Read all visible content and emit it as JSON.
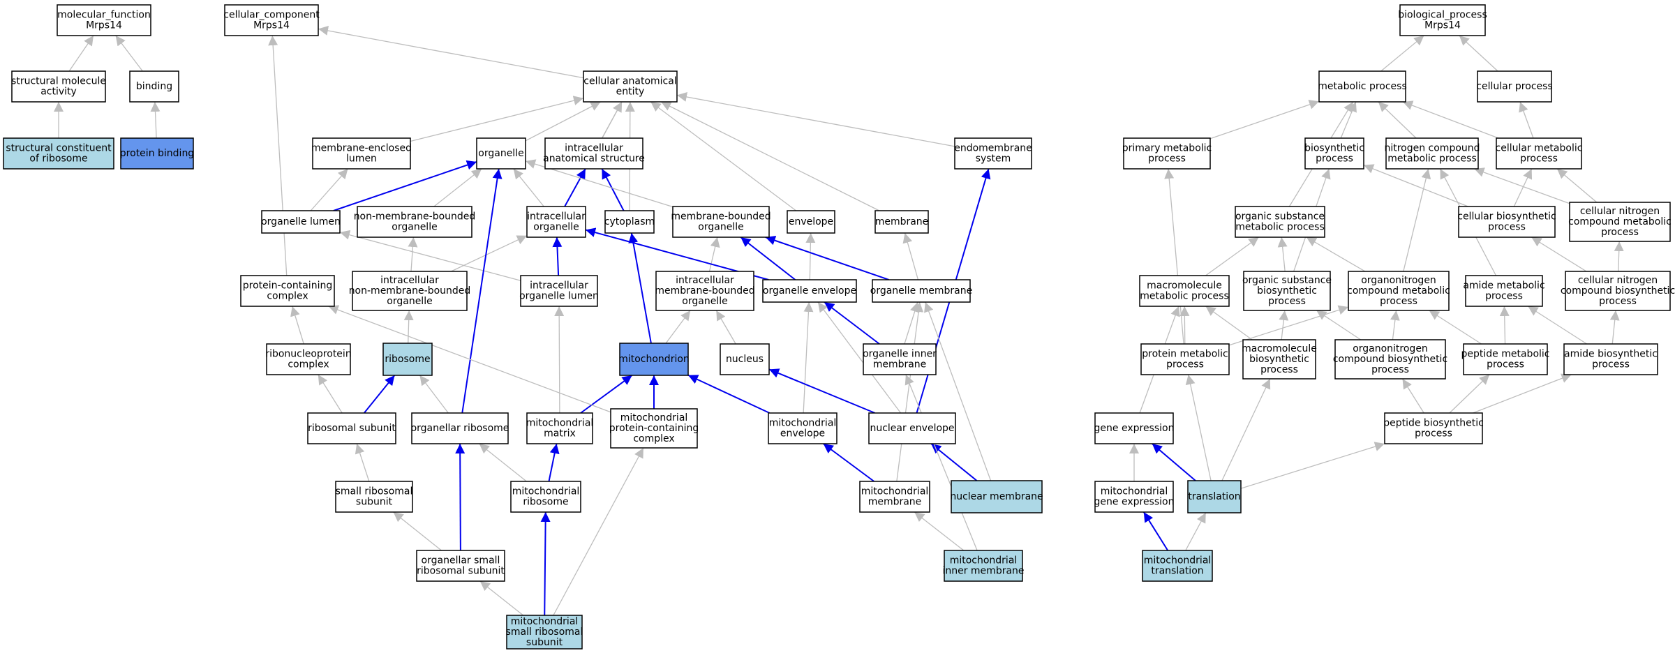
{
  "colors": {
    "edge_default": "#bdbdbd",
    "edge_highlight": "#0000ee",
    "node_default_fill": "#ffffff",
    "node_light_fill": "#add8e6",
    "node_dark_fill": "#6495ed",
    "node_stroke": "#000000"
  },
  "nodes": [
    {
      "id": "mf",
      "lines": [
        "molecular_function",
        "Mrps14"
      ],
      "fill": "white"
    },
    {
      "id": "smact",
      "lines": [
        "structural molecule",
        "activity"
      ],
      "fill": "white"
    },
    {
      "id": "binding",
      "lines": [
        "binding"
      ],
      "fill": "white"
    },
    {
      "id": "scr",
      "lines": [
        "structural constituent",
        "of ribosome"
      ],
      "fill": "light"
    },
    {
      "id": "pbind",
      "lines": [
        "protein binding"
      ],
      "fill": "dark"
    },
    {
      "id": "cc",
      "lines": [
        "cellular_component",
        "Mrps14"
      ],
      "fill": "white"
    },
    {
      "id": "cae",
      "lines": [
        "cellular anatomical",
        "entity"
      ],
      "fill": "white"
    },
    {
      "id": "mel",
      "lines": [
        "membrane-enclosed",
        "lumen"
      ],
      "fill": "white"
    },
    {
      "id": "organelle",
      "lines": [
        "organelle"
      ],
      "fill": "white"
    },
    {
      "id": "ias",
      "lines": [
        "intracellular",
        "anatomical structure"
      ],
      "fill": "white"
    },
    {
      "id": "endo",
      "lines": [
        "endomembrane",
        "system"
      ],
      "fill": "white"
    },
    {
      "id": "olumen",
      "lines": [
        "organelle lumen"
      ],
      "fill": "white"
    },
    {
      "id": "nmbo",
      "lines": [
        "non-membrane-bounded",
        "organelle"
      ],
      "fill": "white"
    },
    {
      "id": "io",
      "lines": [
        "intracellular",
        "organelle"
      ],
      "fill": "white"
    },
    {
      "id": "cyto",
      "lines": [
        "cytoplasm"
      ],
      "fill": "white"
    },
    {
      "id": "mbo",
      "lines": [
        "membrane-bounded",
        "organelle"
      ],
      "fill": "white"
    },
    {
      "id": "envelope",
      "lines": [
        "envelope"
      ],
      "fill": "white"
    },
    {
      "id": "membrane",
      "lines": [
        "membrane"
      ],
      "fill": "white"
    },
    {
      "id": "pcc",
      "lines": [
        "protein-containing",
        "complex"
      ],
      "fill": "white"
    },
    {
      "id": "inmbo",
      "lines": [
        "intracellular",
        "non-membrane-bounded",
        "organelle"
      ],
      "fill": "white"
    },
    {
      "id": "iol",
      "lines": [
        "intracellular",
        "organelle lumen"
      ],
      "fill": "white"
    },
    {
      "id": "imbo",
      "lines": [
        "intracellular",
        "membrane-bounded",
        "organelle"
      ],
      "fill": "white"
    },
    {
      "id": "oenv",
      "lines": [
        "organelle envelope"
      ],
      "fill": "white"
    },
    {
      "id": "omem",
      "lines": [
        "organelle membrane"
      ],
      "fill": "white"
    },
    {
      "id": "rnp",
      "lines": [
        "ribonucleoprotein",
        "complex"
      ],
      "fill": "white"
    },
    {
      "id": "ribosome",
      "lines": [
        "ribosome"
      ],
      "fill": "light"
    },
    {
      "id": "mito",
      "lines": [
        "mitochondrion"
      ],
      "fill": "dark"
    },
    {
      "id": "nucleus",
      "lines": [
        "nucleus"
      ],
      "fill": "white"
    },
    {
      "id": "oim",
      "lines": [
        "organelle inner",
        "membrane"
      ],
      "fill": "white"
    },
    {
      "id": "rsub",
      "lines": [
        "ribosomal subunit"
      ],
      "fill": "white"
    },
    {
      "id": "orib",
      "lines": [
        "organellar ribosome"
      ],
      "fill": "white"
    },
    {
      "id": "mmatrix",
      "lines": [
        "mitochondrial",
        "matrix"
      ],
      "fill": "white"
    },
    {
      "id": "mpcc",
      "lines": [
        "mitochondrial",
        "protein-containing",
        "complex"
      ],
      "fill": "white"
    },
    {
      "id": "menv",
      "lines": [
        "mitochondrial",
        "envelope"
      ],
      "fill": "white"
    },
    {
      "id": "nenv",
      "lines": [
        "nuclear envelope"
      ],
      "fill": "white"
    },
    {
      "id": "srs",
      "lines": [
        "small ribosomal",
        "subunit"
      ],
      "fill": "white"
    },
    {
      "id": "mrib",
      "lines": [
        "mitochondrial",
        "ribosome"
      ],
      "fill": "white"
    },
    {
      "id": "mmem",
      "lines": [
        "mitochondrial",
        "membrane"
      ],
      "fill": "white"
    },
    {
      "id": "nmem",
      "lines": [
        "nuclear membrane"
      ],
      "fill": "light"
    },
    {
      "id": "osrs",
      "lines": [
        "organellar small",
        "ribosomal subunit"
      ],
      "fill": "white"
    },
    {
      "id": "mim",
      "lines": [
        "mitochondrial",
        "inner membrane"
      ],
      "fill": "light"
    },
    {
      "id": "msrs",
      "lines": [
        "mitochondrial",
        "small ribosomal",
        "subunit"
      ],
      "fill": "light"
    },
    {
      "id": "bp",
      "lines": [
        "biological_process",
        "Mrps14"
      ],
      "fill": "white"
    },
    {
      "id": "metab",
      "lines": [
        "metabolic process"
      ],
      "fill": "white"
    },
    {
      "id": "cellproc",
      "lines": [
        "cellular process"
      ],
      "fill": "white"
    },
    {
      "id": "pmp",
      "lines": [
        "primary metabolic",
        "process"
      ],
      "fill": "white"
    },
    {
      "id": "bioproc",
      "lines": [
        "biosynthetic",
        "process"
      ],
      "fill": "white"
    },
    {
      "id": "ncmp",
      "lines": [
        "nitrogen compound",
        "metabolic process"
      ],
      "fill": "white"
    },
    {
      "id": "cmp",
      "lines": [
        "cellular metabolic",
        "process"
      ],
      "fill": "white"
    },
    {
      "id": "osmp",
      "lines": [
        "organic substance",
        "metabolic process"
      ],
      "fill": "white"
    },
    {
      "id": "cbp",
      "lines": [
        "cellular biosynthetic",
        "process"
      ],
      "fill": "white"
    },
    {
      "id": "cncmp",
      "lines": [
        "cellular nitrogen",
        "compound metabolic",
        "process"
      ],
      "fill": "white"
    },
    {
      "id": "mmp",
      "lines": [
        "macromolecule",
        "metabolic process"
      ],
      "fill": "white"
    },
    {
      "id": "osbp",
      "lines": [
        "organic substance",
        "biosynthetic",
        "process"
      ],
      "fill": "white"
    },
    {
      "id": "onmp",
      "lines": [
        "organonitrogen",
        "compound metabolic",
        "process"
      ],
      "fill": "white"
    },
    {
      "id": "amp",
      "lines": [
        "amide metabolic",
        "process"
      ],
      "fill": "white"
    },
    {
      "id": "cncbp",
      "lines": [
        "cellular nitrogen",
        "compound biosynthetic",
        "process"
      ],
      "fill": "white"
    },
    {
      "id": "protmp",
      "lines": [
        "protein metabolic",
        "process"
      ],
      "fill": "white"
    },
    {
      "id": "mbp",
      "lines": [
        "macromolecule",
        "biosynthetic",
        "process"
      ],
      "fill": "white"
    },
    {
      "id": "onbp",
      "lines": [
        "organonitrogen",
        "compound biosynthetic",
        "process"
      ],
      "fill": "white"
    },
    {
      "id": "pepmp",
      "lines": [
        "peptide metabolic",
        "process"
      ],
      "fill": "white"
    },
    {
      "id": "abp",
      "lines": [
        "amide biosynthetic",
        "process"
      ],
      "fill": "white"
    },
    {
      "id": "gexp",
      "lines": [
        "gene expression"
      ],
      "fill": "white"
    },
    {
      "id": "pbp",
      "lines": [
        "peptide biosynthetic",
        "process"
      ],
      "fill": "white"
    },
    {
      "id": "mgexp",
      "lines": [
        "mitochondrial",
        "gene expression"
      ],
      "fill": "white"
    },
    {
      "id": "transl",
      "lines": [
        "translation"
      ],
      "fill": "light"
    },
    {
      "id": "mtransl",
      "lines": [
        "mitochondrial",
        "translation"
      ],
      "fill": "light"
    }
  ],
  "edges": [
    [
      "smact",
      "mf",
      "g"
    ],
    [
      "binding",
      "mf",
      "g"
    ],
    [
      "scr",
      "smact",
      "g"
    ],
    [
      "pbind",
      "binding",
      "g"
    ],
    [
      "cae",
      "cc",
      "g"
    ],
    [
      "pcc",
      "cc",
      "g"
    ],
    [
      "mel",
      "cae",
      "g"
    ],
    [
      "organelle",
      "cae",
      "g"
    ],
    [
      "ias",
      "cae",
      "g"
    ],
    [
      "endo",
      "cae",
      "g"
    ],
    [
      "io",
      "cae",
      "g"
    ],
    [
      "cyto",
      "cae",
      "g"
    ],
    [
      "envelope",
      "cae",
      "g"
    ],
    [
      "membrane",
      "cae",
      "g"
    ],
    [
      "olumen",
      "mel",
      "g"
    ],
    [
      "olumen",
      "organelle",
      "b"
    ],
    [
      "nmbo",
      "organelle",
      "g"
    ],
    [
      "io",
      "organelle",
      "g"
    ],
    [
      "io",
      "ias",
      "b"
    ],
    [
      "cyto",
      "ias",
      "b"
    ],
    [
      "mbo",
      "organelle",
      "g"
    ],
    [
      "inmbo",
      "nmbo",
      "g"
    ],
    [
      "inmbo",
      "io",
      "g"
    ],
    [
      "iol",
      "io",
      "b"
    ],
    [
      "iol",
      "olumen",
      "g"
    ],
    [
      "imbo",
      "mbo",
      "g"
    ],
    [
      "oenv",
      "io",
      "b"
    ],
    [
      "oenv",
      "mbo",
      "b"
    ],
    [
      "oenv",
      "envelope",
      "g"
    ],
    [
      "omem",
      "mbo",
      "b"
    ],
    [
      "omem",
      "membrane",
      "g"
    ],
    [
      "ribosome",
      "inmbo",
      "g"
    ],
    [
      "rnp",
      "pcc",
      "g"
    ],
    [
      "rsub",
      "rnp",
      "g"
    ],
    [
      "rsub",
      "ribosome",
      "b"
    ],
    [
      "orib",
      "ribosome",
      "g"
    ],
    [
      "orib",
      "organelle",
      "b"
    ],
    [
      "mito",
      "imbo",
      "g"
    ],
    [
      "mito",
      "cyto",
      "b"
    ],
    [
      "nucleus",
      "imbo",
      "g"
    ],
    [
      "oim",
      "oenv",
      "b"
    ],
    [
      "oim",
      "omem",
      "g"
    ],
    [
      "mmatrix",
      "mito",
      "b"
    ],
    [
      "mmatrix",
      "iol",
      "g"
    ],
    [
      "mpcc",
      "mito",
      "b"
    ],
    [
      "mpcc",
      "pcc",
      "g"
    ],
    [
      "menv",
      "mito",
      "b"
    ],
    [
      "menv",
      "oenv",
      "g"
    ],
    [
      "nenv",
      "nucleus",
      "b"
    ],
    [
      "nenv",
      "oenv",
      "g"
    ],
    [
      "nenv",
      "endo",
      "b"
    ],
    [
      "srs",
      "rsub",
      "g"
    ],
    [
      "mrib",
      "mmatrix",
      "b"
    ],
    [
      "mrib",
      "orib",
      "g"
    ],
    [
      "mmem",
      "menv",
      "b"
    ],
    [
      "mmem",
      "omem",
      "g"
    ],
    [
      "nmem",
      "nenv",
      "b"
    ],
    [
      "nmem",
      "omem",
      "g"
    ],
    [
      "osrs",
      "orib",
      "b"
    ],
    [
      "osrs",
      "srs",
      "g"
    ],
    [
      "mim",
      "mmem",
      "g"
    ],
    [
      "mim",
      "oim",
      "g"
    ],
    [
      "msrs",
      "osrs",
      "g"
    ],
    [
      "msrs",
      "mrib",
      "b"
    ],
    [
      "msrs",
      "mpcc",
      "g"
    ],
    [
      "metab",
      "bp",
      "g"
    ],
    [
      "cellproc",
      "bp",
      "g"
    ],
    [
      "pmp",
      "metab",
      "g"
    ],
    [
      "bioproc",
      "metab",
      "g"
    ],
    [
      "ncmp",
      "metab",
      "g"
    ],
    [
      "cmp",
      "metab",
      "g"
    ],
    [
      "cmp",
      "cellproc",
      "g"
    ],
    [
      "osmp",
      "metab",
      "g"
    ],
    [
      "cbp",
      "bioproc",
      "g"
    ],
    [
      "cbp",
      "cmp",
      "g"
    ],
    [
      "cncmp",
      "ncmp",
      "g"
    ],
    [
      "cncmp",
      "cmp",
      "g"
    ],
    [
      "mmp",
      "osmp",
      "g"
    ],
    [
      "osbp",
      "osmp",
      "g"
    ],
    [
      "osbp",
      "bioproc",
      "g"
    ],
    [
      "onmp",
      "osmp",
      "g"
    ],
    [
      "onmp",
      "ncmp",
      "g"
    ],
    [
      "amp",
      "ncmp",
      "g"
    ],
    [
      "cncbp",
      "cncmp",
      "g"
    ],
    [
      "cncbp",
      "cbp",
      "g"
    ],
    [
      "protmp",
      "mmp",
      "g"
    ],
    [
      "protmp",
      "onmp",
      "g"
    ],
    [
      "protmp",
      "pmp",
      "g"
    ],
    [
      "mbp",
      "mmp",
      "g"
    ],
    [
      "mbp",
      "osbp",
      "g"
    ],
    [
      "onbp",
      "onmp",
      "g"
    ],
    [
      "onbp",
      "osbp",
      "g"
    ],
    [
      "pepmp",
      "onmp",
      "g"
    ],
    [
      "pepmp",
      "amp",
      "g"
    ],
    [
      "abp",
      "amp",
      "g"
    ],
    [
      "abp",
      "cncbp",
      "g"
    ],
    [
      "gexp",
      "mmp",
      "g"
    ],
    [
      "pbp",
      "pepmp",
      "g"
    ],
    [
      "pbp",
      "abp",
      "g"
    ],
    [
      "pbp",
      "onbp",
      "g"
    ],
    [
      "mgexp",
      "gexp",
      "g"
    ],
    [
      "transl",
      "gexp",
      "b"
    ],
    [
      "transl",
      "protmp",
      "g"
    ],
    [
      "transl",
      "mbp",
      "g"
    ],
    [
      "transl",
      "pbp",
      "g"
    ],
    [
      "mtransl",
      "mgexp",
      "b"
    ],
    [
      "mtransl",
      "transl",
      "g"
    ]
  ]
}
